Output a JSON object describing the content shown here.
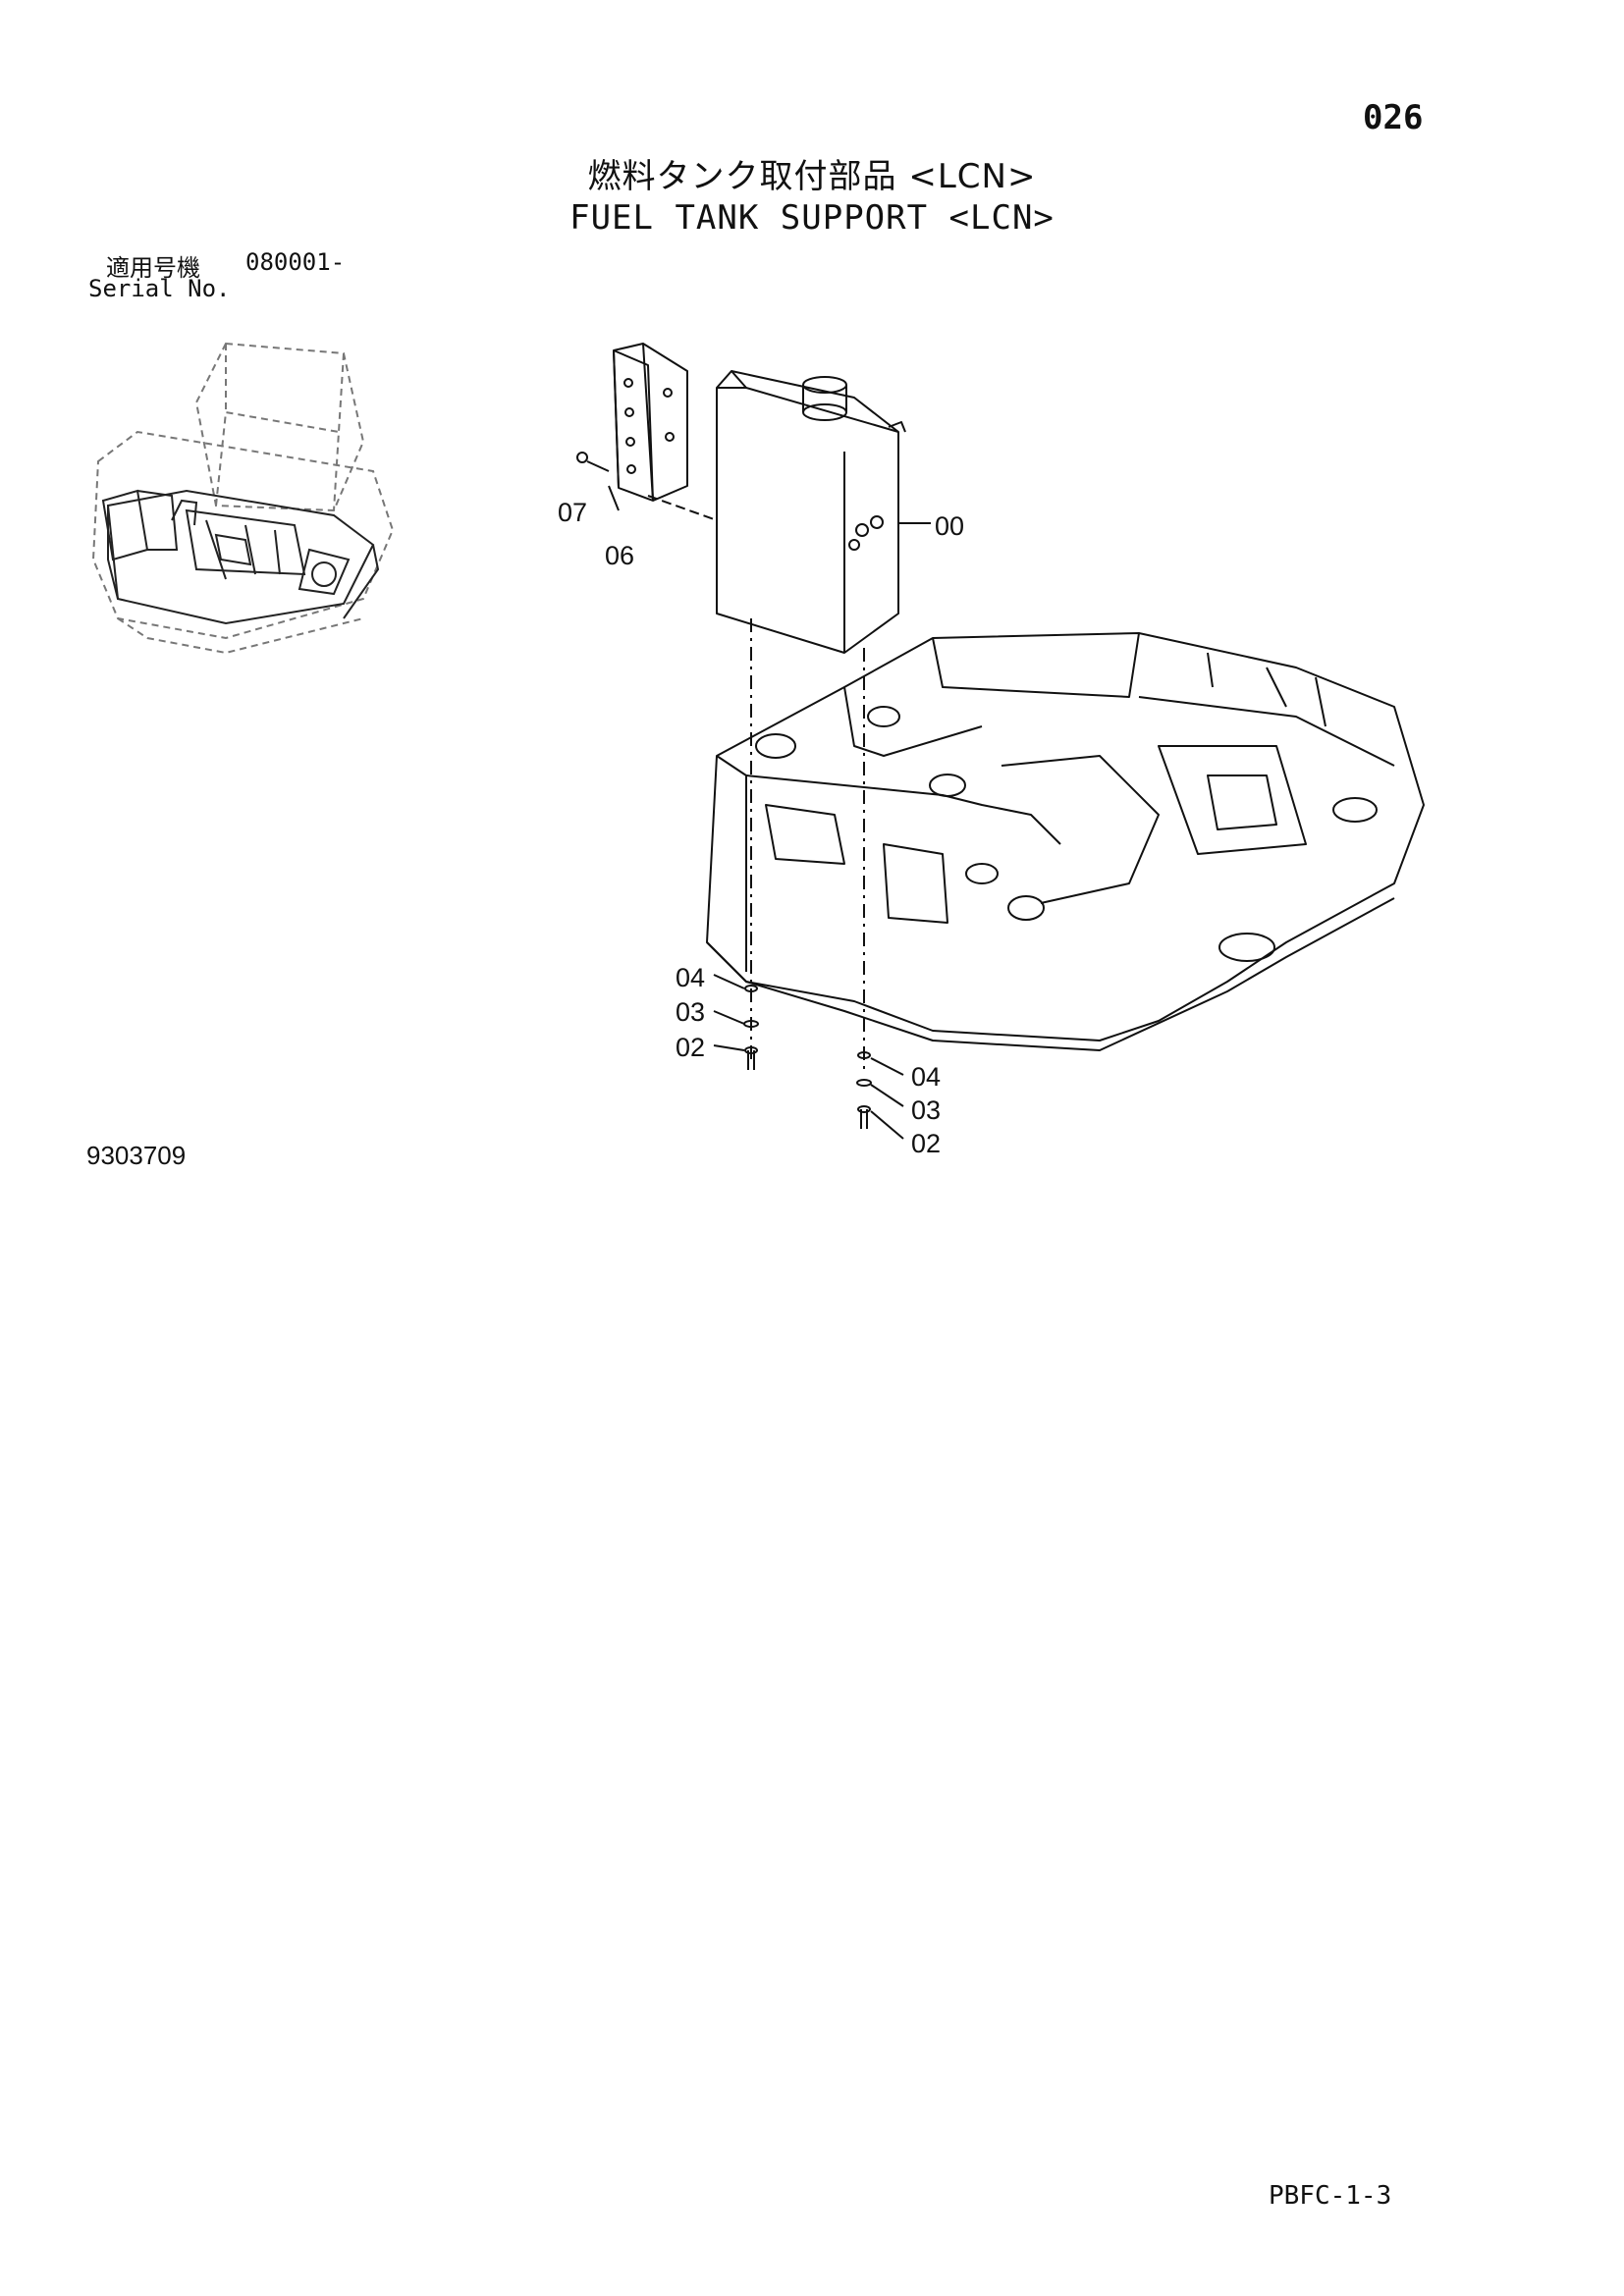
{
  "header": {
    "page_number": "026",
    "title_jp": "燃料タンク取付部品 <LCN>",
    "title_en": "FUEL TANK SUPPORT <LCN>"
  },
  "serial": {
    "label_jp": "適用号機",
    "value": "080001-",
    "label_en": "Serial No."
  },
  "callouts": {
    "c00": "00",
    "c06": "06",
    "c07": "07",
    "left_04": "04",
    "left_03": "03",
    "left_02": "02",
    "right_04": "04",
    "right_03": "03",
    "right_02": "02"
  },
  "footer": {
    "drawing_number": "9303709",
    "doc_code": "PBFC-1-3"
  }
}
